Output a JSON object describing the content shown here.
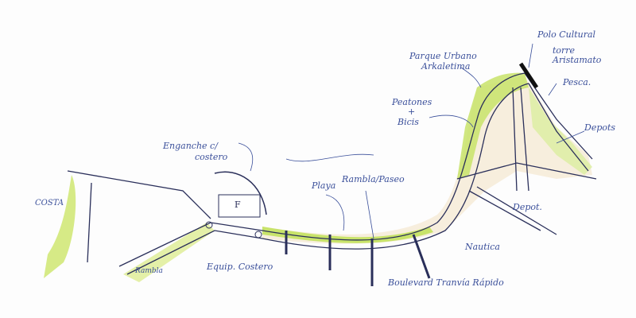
{
  "colors": {
    "ink": "#2a2f5a",
    "pen": "#3a4f9a",
    "green": "#c8e36a",
    "sand": "#f3e7cf"
  },
  "labels": {
    "polo_cultural": "Polo Cultural",
    "torre": "torre Aristamato",
    "parque_1": "Parque Urbano",
    "parque_2": "Arkaletima",
    "peatones_1": "Peatones",
    "peatones_2": "+",
    "peatones_3": "Bicis",
    "pesca": "Pesca.",
    "depots": "Depots",
    "depot": "Depot.",
    "nautica": "Nautica",
    "enganche_1": "Enganche c/",
    "enganche_2": "costero",
    "playa": "Playa",
    "rambla_paseo": "Rambla/Paseo",
    "costa": "COSTA",
    "rambla": "Rambla",
    "equip_costero": "Equip. Costero",
    "boulevard": "Boulevard Tranvía Rápido",
    "building": "F"
  }
}
